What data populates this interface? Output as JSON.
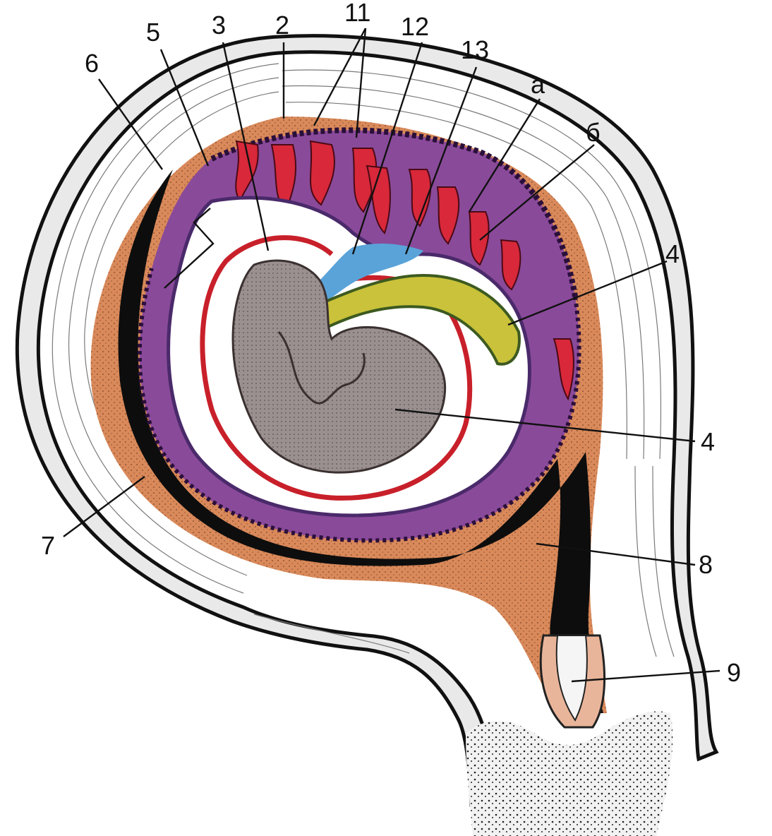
{
  "labels": {
    "l2": "2",
    "l3": "3",
    "l4": "4",
    "l5": "5",
    "l6": "6",
    "l7": "7",
    "l8": "8",
    "l9": "9",
    "l11": "11",
    "l12": "12",
    "l13": "13",
    "la": "а",
    "lb": "б"
  },
  "colors": {
    "uterine_wall": "#e9e9e9",
    "wall_lines": "#7a7a7a",
    "decidua": "#d9895a",
    "chorion": "#8a4a9a",
    "villi_vessels": "#d8283a",
    "amnion": "#c8202a",
    "embryo": "#9a9090",
    "yolk_sac": "#c9c23a",
    "umbilical_stalk": "#5aa3d8",
    "uterine_cavity": "#0d0d0d"
  }
}
